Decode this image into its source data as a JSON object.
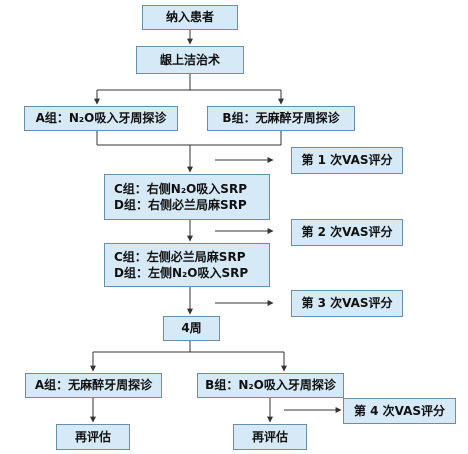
{
  "nodes": {
    "enroll": "纳入患者",
    "supragingival": "龈上洁治术",
    "groupA_top": "A组：N₂O吸入牙周探诊",
    "groupB_top": "B组：无麻醉牙周探诊",
    "vas1": "第 1 次VAS评分",
    "cd_right_c": "C组：右侧N₂O吸入SRP",
    "cd_right_d": "D组：右侧必兰局麻SRP",
    "vas2": "第 2 次VAS评分",
    "cd_left_c": "C组：左侧必兰局麻SRP",
    "cd_left_d": "D组：左侧N₂O吸入SRP",
    "vas3": "第 3 次VAS评分",
    "week4": "4周",
    "groupA_bottom": "A组：无麻醉牙周探诊",
    "groupB_bottom": "B组：N₂O吸入牙周探诊",
    "vas4": "第 4 次VAS评分",
    "reeval_left": "再评估",
    "reeval_right": "再评估"
  }
}
